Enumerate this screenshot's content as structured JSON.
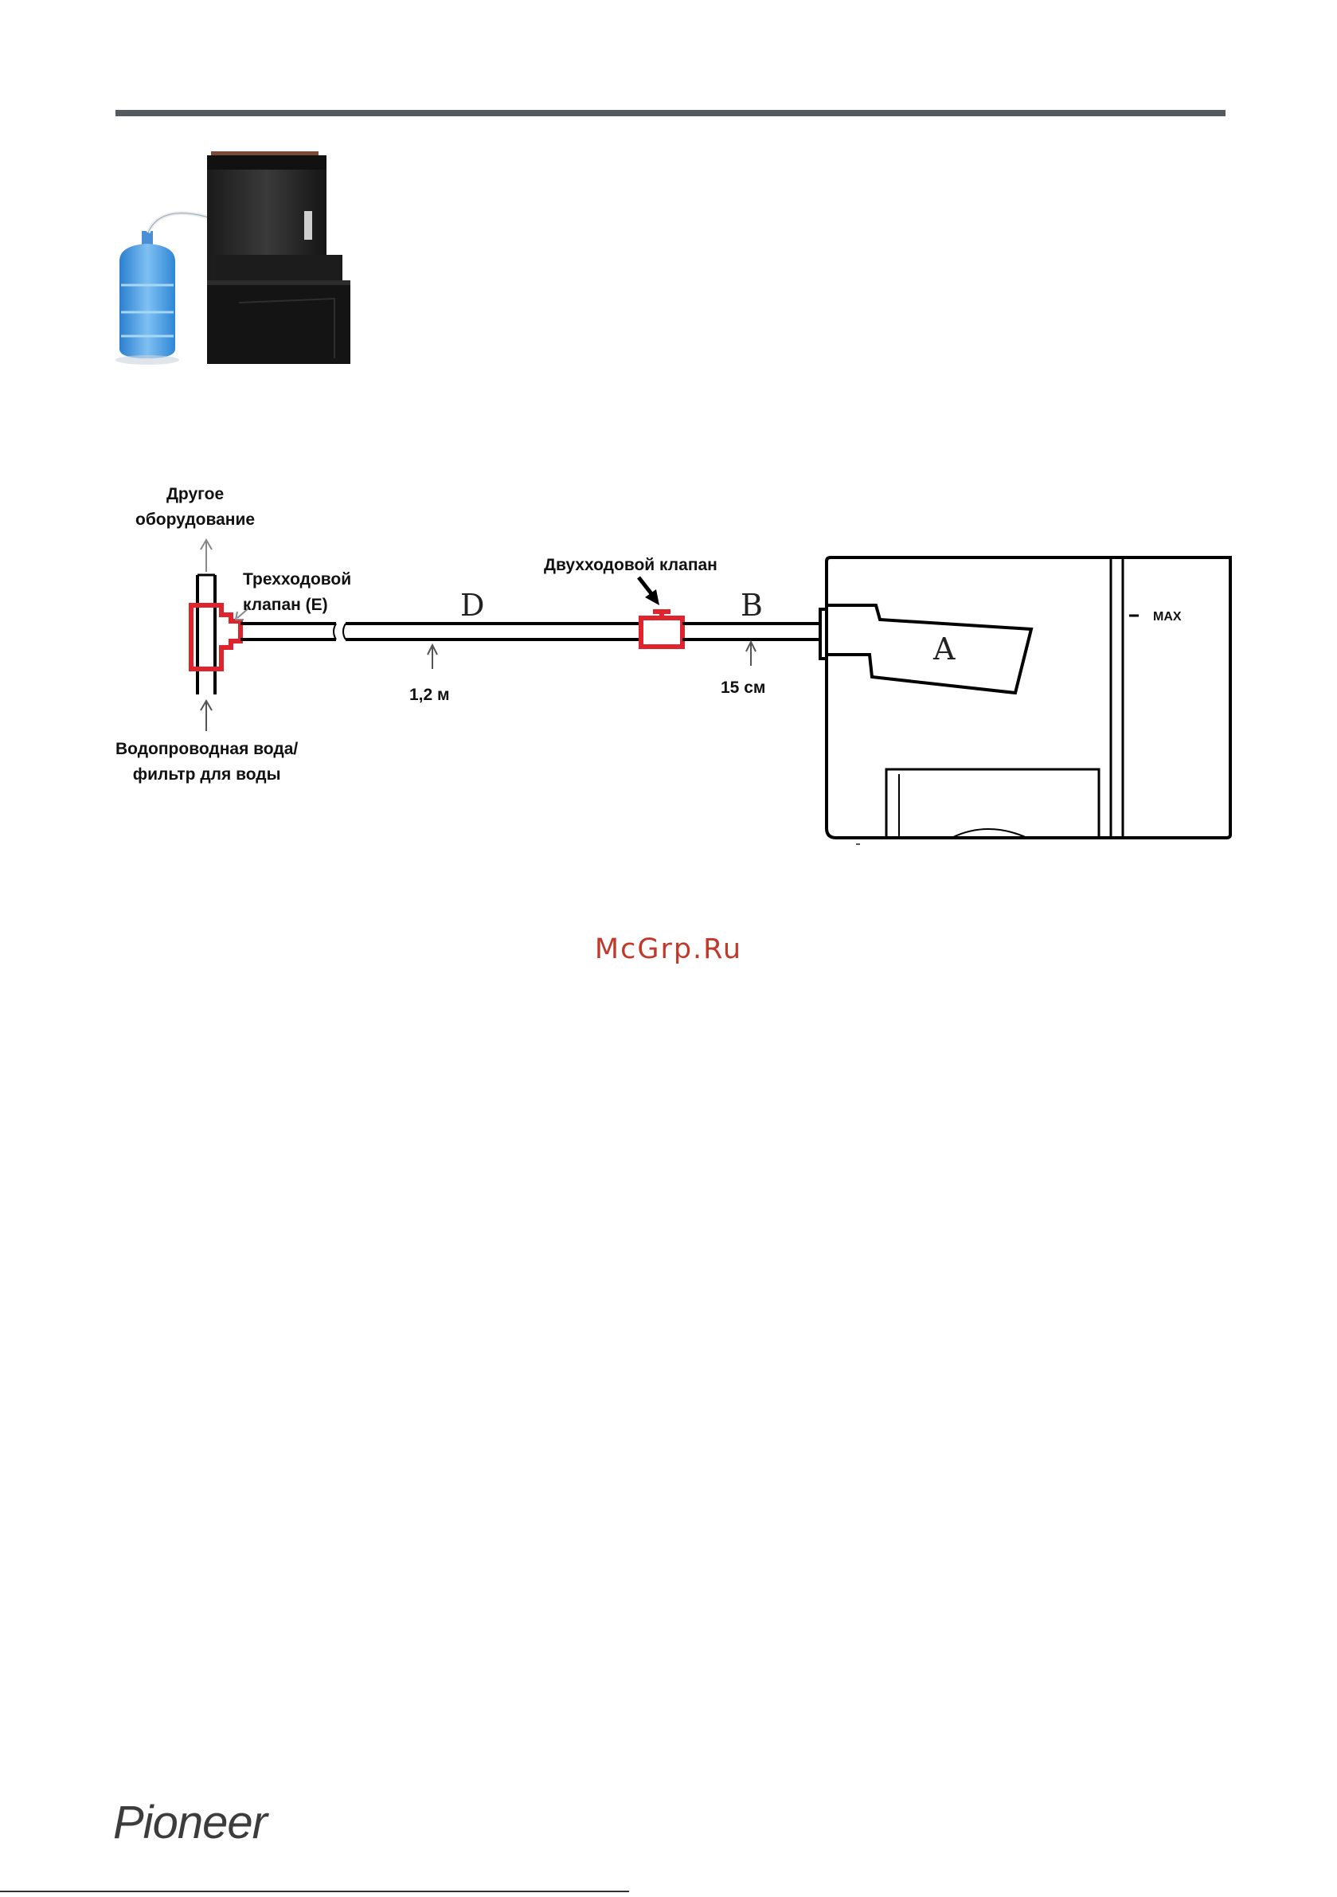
{
  "diagram": {
    "label_other_equipment": "Другое\nоборудование",
    "label_three_way_valve": "Трехходовой\nклапан (E)",
    "label_two_way_valve": "Двухходовой клапан",
    "label_tap_water": "Водопроводная вода/\nфильтр для воды",
    "label_length_d": "1,2 м",
    "label_length_b": "15 см",
    "letter_d": "D",
    "letter_b": "B",
    "letter_a": "A",
    "max_mark": "MAX"
  },
  "watermark": "McGrp.Ru",
  "footer": {
    "brand": "Pioneer"
  },
  "colors": {
    "rule": "#555a5e",
    "valve": "#e0242e",
    "watermark": "#c0392b"
  }
}
